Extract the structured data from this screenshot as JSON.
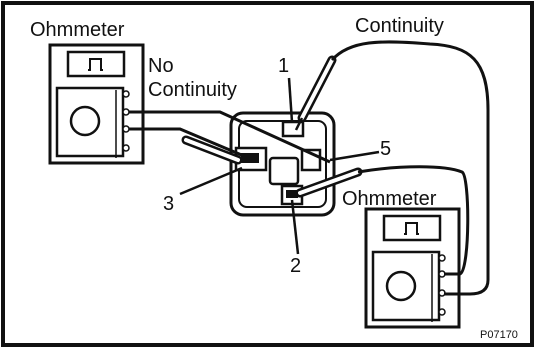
{
  "labels": {
    "ohmmeter_left": "Ohmmeter",
    "no_continuity_line1": "No",
    "no_continuity_line2": "Continuity",
    "continuity": "Continuity",
    "ohmmeter_right": "Ohmmeter",
    "terminal_1": "1",
    "terminal_2": "2",
    "terminal_3": "3",
    "terminal_5": "5",
    "figure_code": "P07170"
  },
  "meter_display_glyph": "⎍",
  "colors": {
    "ink": "#111111",
    "paper": "#ffffff"
  }
}
